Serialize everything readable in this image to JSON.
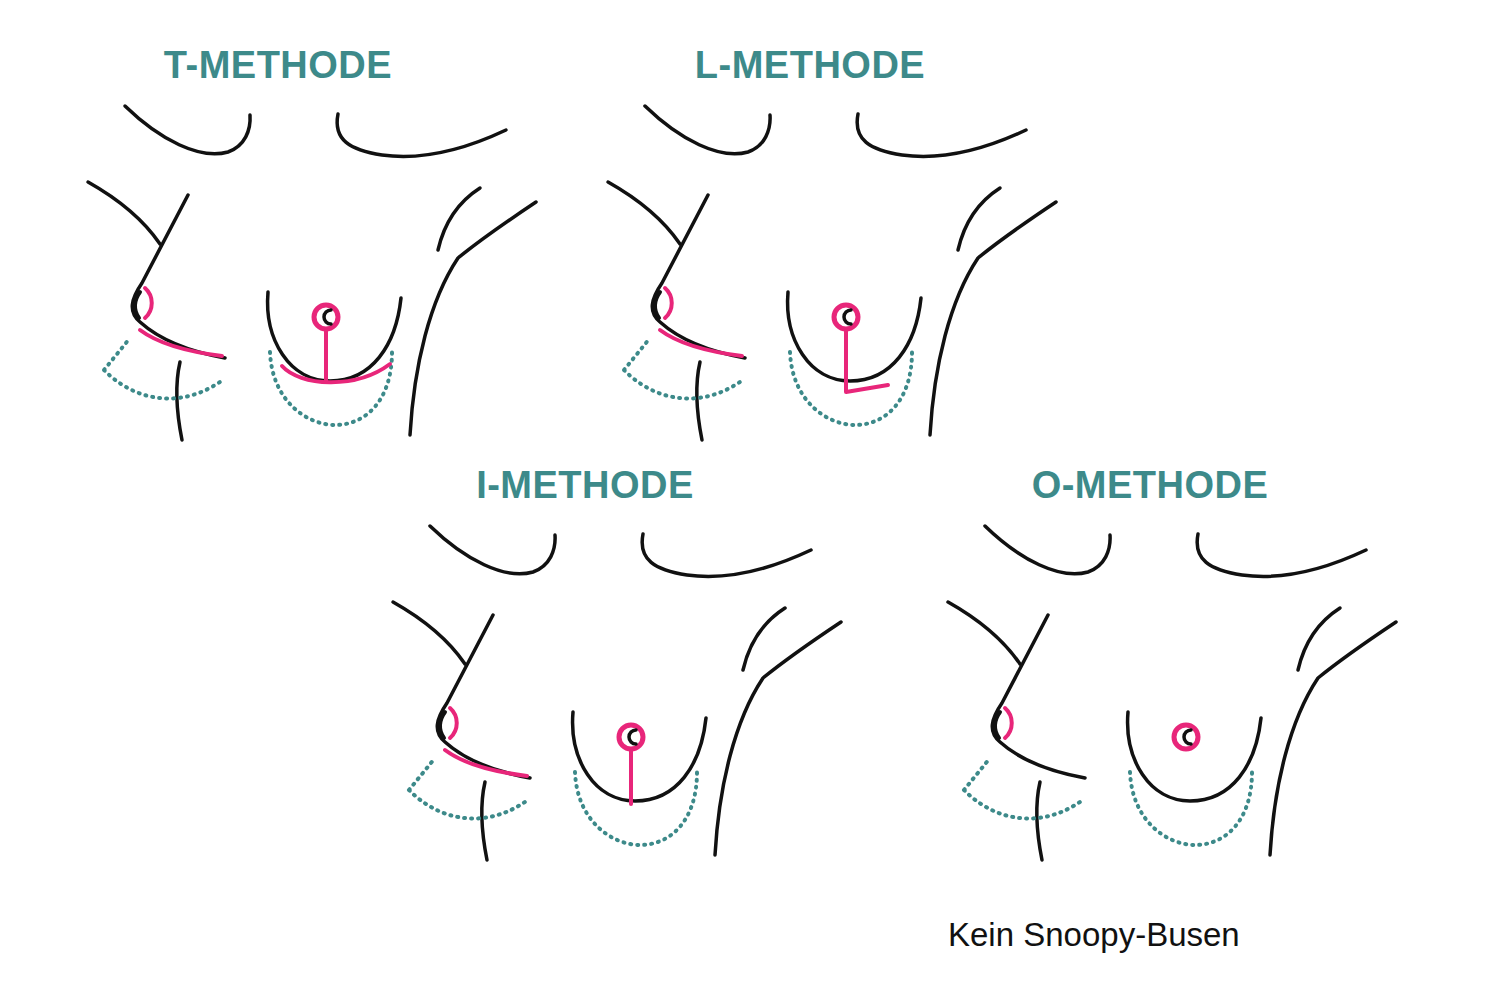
{
  "diagram": {
    "labels": [
      "T-METHODE",
      "L-METHODE",
      "I-METHODE",
      "O-METHODE",
      "Kein Snoopy-Busen"
    ]
  }
}
